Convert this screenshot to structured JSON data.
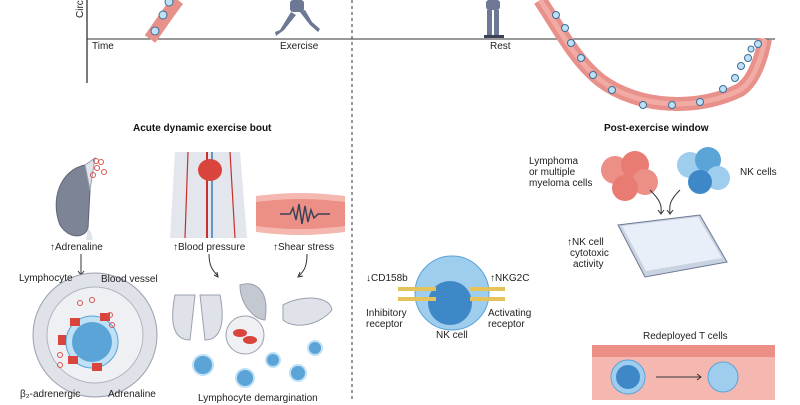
{
  "top_plot": {
    "y_axis_label": "Circ",
    "x_axis_label": "Time",
    "phases": [
      "Exercise",
      "Rest"
    ]
  },
  "acute_section": {
    "title": "Acute dynamic exercise bout",
    "stimuli": [
      "↑Adrenaline",
      "↑Blood pressure",
      "↑Shear stress"
    ],
    "cell_labels": {
      "lymphocyte": "Lymphocyte",
      "blood_vessel": "Blood vessel",
      "receptor": "β₂-adrenergic",
      "adrenaline": "Adrenaline"
    },
    "demargination_label": "Lymphocyte demargination"
  },
  "nk_section": {
    "inhibitory_marker": "↓CD158b",
    "activating_marker": "↑NKG2C",
    "inhibitory_label": [
      "Inhibitory",
      "receptor"
    ],
    "activating_label": [
      "Activating",
      "receptor"
    ],
    "cell_label": "NK cell"
  },
  "post_section": {
    "title": "Post-exercise window",
    "tumor_label": [
      "Lymphoma",
      "or multiple",
      "myeloma cells"
    ],
    "nk_cells_label": "NK cells",
    "cytotoxic_label": [
      "↑NK cell",
      "cytotoxic",
      "activity"
    ],
    "t_cells_label": "Redeployed T cells"
  },
  "colors": {
    "vessel": "#e8908a",
    "vessel_light": "#f6c8c2",
    "cell_blue": "#5ba4d8",
    "cell_light": "#bfe0f5",
    "receptor_yellow": "#e3c35a",
    "organ_gray": "#d5d9e0",
    "axis": "#333333"
  }
}
